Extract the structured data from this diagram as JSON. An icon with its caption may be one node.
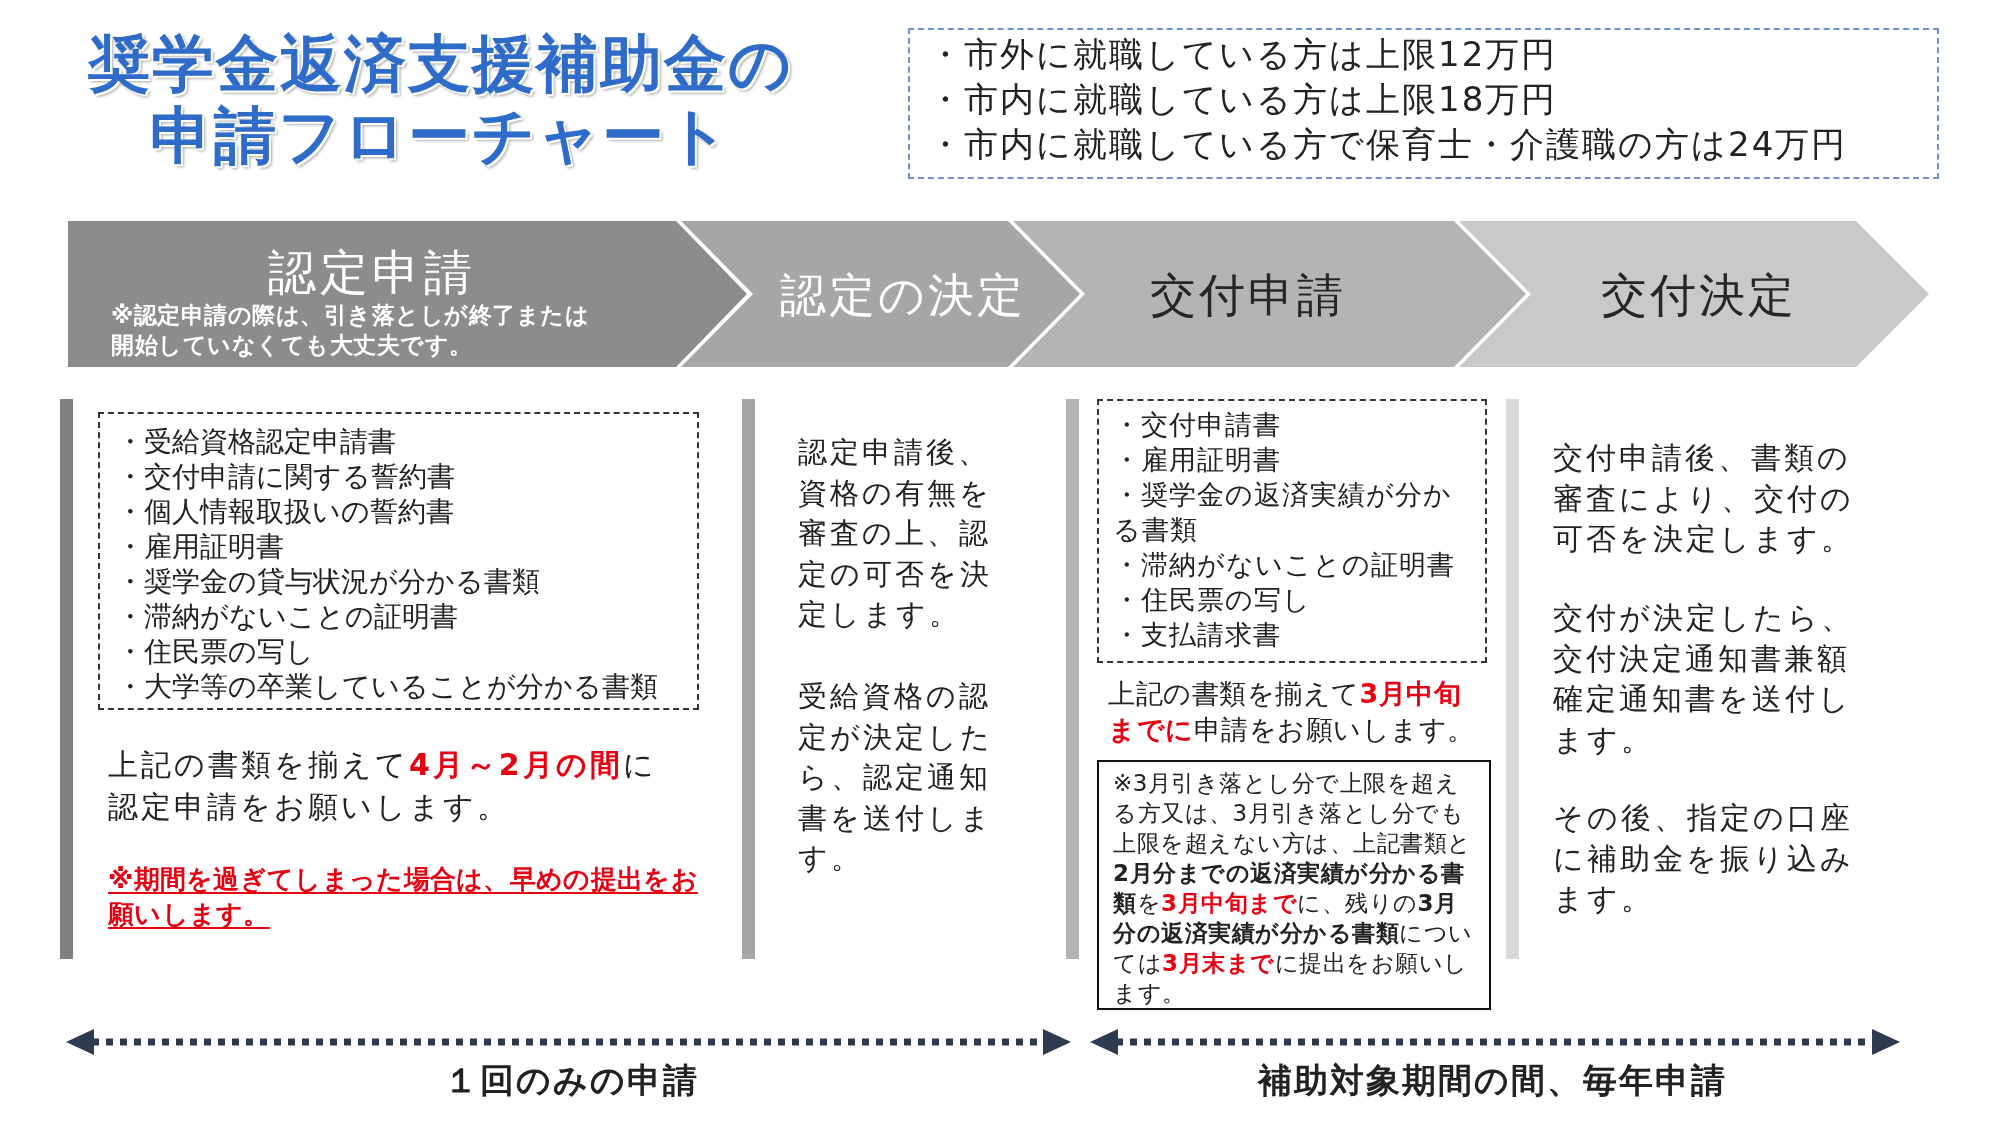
{
  "diagram": {
    "title": "奨学金返済支援補助金の申請フローチャート",
    "nodes": [
      {
        "text": [
          "・市外に就職している方は上限12万円",
          "・市内に就職している方は上限18万円",
          "・市内に就職している方で保育士・介護職の方は24万円"
        ]
      },
      {
        "text": [
          "認定申請",
          "※認定申請の際は、引き落としが終了または開始していなくても大丈夫です。"
        ]
      },
      {
        "text": [
          "認定の決定"
        ]
      },
      {
        "text": [
          "交付申請"
        ]
      },
      {
        "text": [
          "交付決定"
        ]
      },
      {
        "text": [
          "・受給資格認定申請書",
          "・交付申請に関する誓約書",
          "・個人情報取扱いの誓約書",
          "・雇用証明書",
          "・奨学金の貸与状況が分かる書類",
          "・滞納がないことの証明書",
          "・住民票の写し",
          "・大学等の卒業していることが分かる書類"
        ]
      },
      {
        "text": [
          "・交付申請書",
          "・雇用証明書",
          "・奨学金の返済実績が分かる書類",
          "・滞納がないことの証明書",
          "・住民票の写し",
          "・支払請求書"
        ]
      },
      {
        "text": [
          "※3月引き落とし分で上限を超える方又は、3月引き落とし分でも上限を超えない方は、上記書類と**2月分までの返済実績が分かる書類**を**3月中旬まで**に、残りの**3月分の返済実績が分かる書類**については**3月末まで**に提出をお願いします。"
        ]
      }
    ],
    "labels": [
      "上記の書類を揃えて**4月～2月の間**に認定申請をお願いします。",
      "※期間を過ぎてしまった場合は、早めの提出をお願いします。",
      "認定申請後、資格の有無を審査の上、認定の可否を決定します。",
      "受給資格の認定が決定したら、認定通知書を送付します。",
      "上記の書類を揃えて**3月中旬までに**申請をお願いします。",
      "交付申請後、書類の審査により、交付の可否を決定します。",
      "交付が決定したら、交付決定通知書兼額確定通知書を送付します。",
      "その後、指定の口座に補助金を振り込みます。",
      "１回のみの申請",
      "補助対象期間の間、毎年申請"
    ]
  }
}
